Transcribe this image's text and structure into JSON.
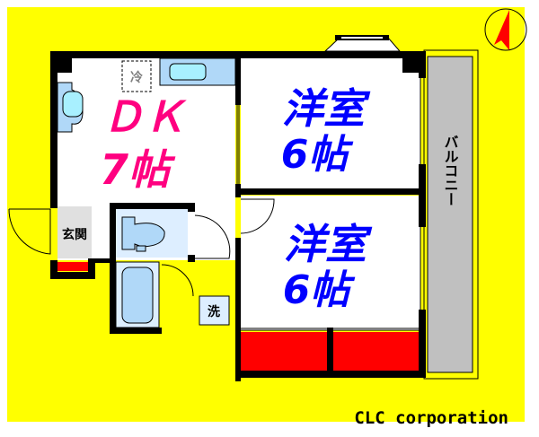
{
  "colors": {
    "background": "#ffff00",
    "wall": "#000000",
    "dk_label": "#ff0080",
    "room_label": "#0000ff",
    "closet": "#ff0000",
    "fixture": "#b0d8f8",
    "balcony": "#c0c0c0",
    "compass_arrow": "#ff0000"
  },
  "rooms": {
    "dk": {
      "name": "ＤＫ",
      "size": "7帖"
    },
    "western_1": {
      "name": "洋室",
      "size": "6帖"
    },
    "western_2": {
      "name": "洋室",
      "size": "6帖"
    },
    "entrance": "玄関",
    "balcony": "バルコニー",
    "fridge": "冷",
    "washer": "洗"
  },
  "compass_icon": "north-arrow-icon",
  "company": "CLC corporation"
}
